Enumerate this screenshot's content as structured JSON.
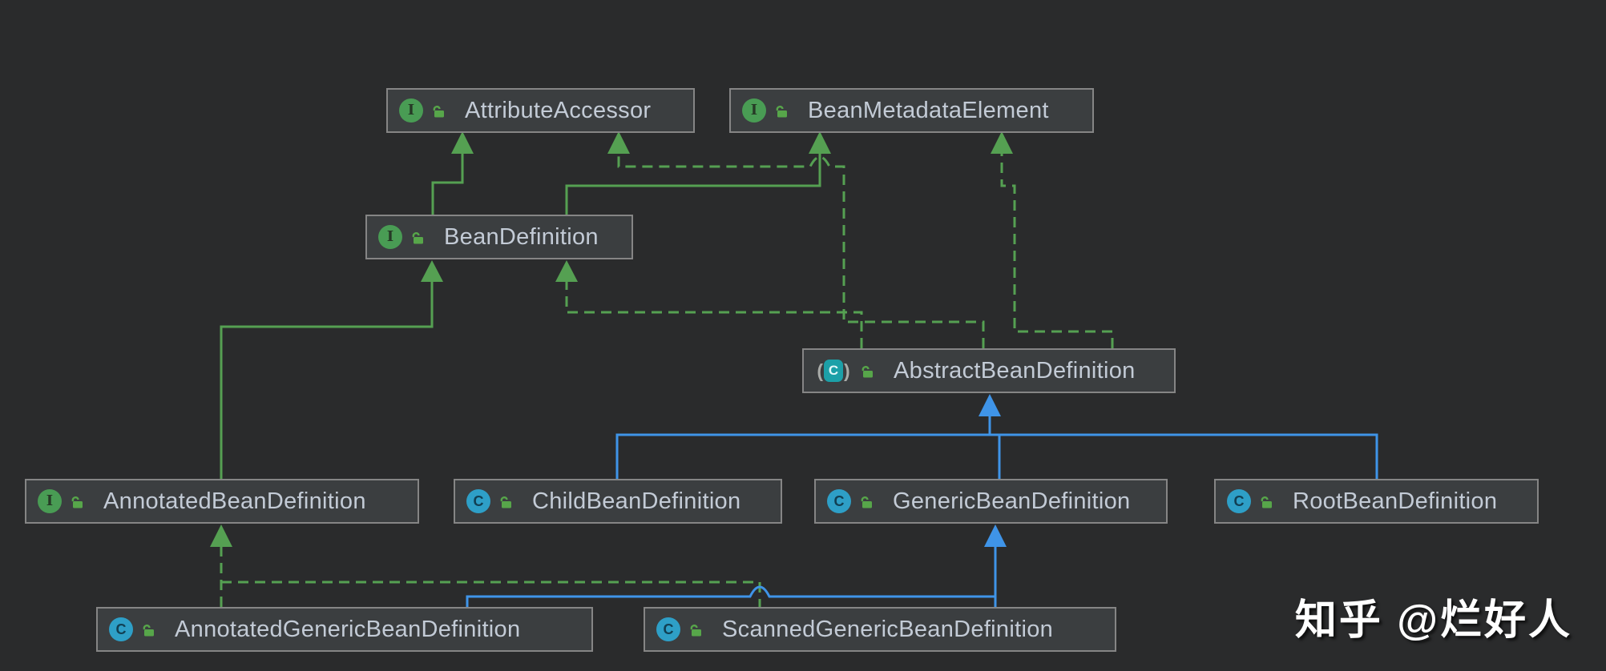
{
  "diagram": {
    "nodes": [
      {
        "label": "AttributeAccessor",
        "kind": "interface",
        "icon_letter": "I"
      },
      {
        "label": "BeanMetadataElement",
        "kind": "interface",
        "icon_letter": "I"
      },
      {
        "label": "BeanDefinition",
        "kind": "interface",
        "icon_letter": "I"
      },
      {
        "label": "AbstractBeanDefinition",
        "kind": "abstract_class",
        "icon_letter": "C",
        "paren_open": "(",
        "paren_close": ")"
      },
      {
        "label": "AnnotatedBeanDefinition",
        "kind": "interface",
        "icon_letter": "I"
      },
      {
        "label": "ChildBeanDefinition",
        "kind": "class",
        "icon_letter": "C"
      },
      {
        "label": "GenericBeanDefinition",
        "kind": "class",
        "icon_letter": "C"
      },
      {
        "label": "RootBeanDefinition",
        "kind": "class",
        "icon_letter": "C"
      },
      {
        "label": "AnnotatedGenericBeanDefinition",
        "kind": "class",
        "icon_letter": "C"
      },
      {
        "label": "ScannedGenericBeanDefinition",
        "kind": "class",
        "icon_letter": "C"
      }
    ],
    "relations": [
      {
        "from": "BeanDefinition",
        "to": "AttributeAccessor",
        "type": "extends"
      },
      {
        "from": "BeanDefinition",
        "to": "BeanMetadataElement",
        "type": "extends"
      },
      {
        "from": "AnnotatedBeanDefinition",
        "to": "BeanDefinition",
        "type": "extends"
      },
      {
        "from": "AbstractBeanDefinition",
        "to": "BeanDefinition",
        "type": "implements"
      },
      {
        "from": "AbstractBeanDefinition",
        "to": "AttributeAccessor",
        "type": "implements"
      },
      {
        "from": "AbstractBeanDefinition",
        "to": "BeanMetadataElement",
        "type": "implements"
      },
      {
        "from": "ChildBeanDefinition",
        "to": "AbstractBeanDefinition",
        "type": "extends"
      },
      {
        "from": "GenericBeanDefinition",
        "to": "AbstractBeanDefinition",
        "type": "extends"
      },
      {
        "from": "RootBeanDefinition",
        "to": "AbstractBeanDefinition",
        "type": "extends"
      },
      {
        "from": "AnnotatedGenericBeanDefinition",
        "to": "GenericBeanDefinition",
        "type": "extends"
      },
      {
        "from": "ScannedGenericBeanDefinition",
        "to": "GenericBeanDefinition",
        "type": "extends"
      },
      {
        "from": "AnnotatedGenericBeanDefinition",
        "to": "AnnotatedBeanDefinition",
        "type": "implements"
      },
      {
        "from": "ScannedGenericBeanDefinition",
        "to": "AnnotatedBeanDefinition",
        "type": "implements"
      }
    ],
    "colors": {
      "background": "#2A2B2C",
      "node_fill": "#3B3E40",
      "node_border": "#858585",
      "interface_edge_green": "#55A052",
      "class_edge_blue": "#3F94E8",
      "interface_icon_green": "#499C54",
      "class_icon_blue": "#2E9FC7",
      "abstract_icon_teal": "#1CA0A8"
    }
  },
  "watermark": {
    "text": "知乎 @烂好人"
  }
}
